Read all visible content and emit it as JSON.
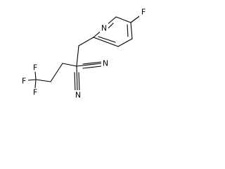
{
  "molecule": {
    "atoms": [
      {
        "id": "F_ring",
        "label": "F"
      },
      {
        "id": "N_ring",
        "label": "N"
      },
      {
        "id": "N_nitrile_upper",
        "label": "N"
      },
      {
        "id": "N_nitrile_lower",
        "label": "N"
      },
      {
        "id": "F_cf3_top",
        "label": "F"
      },
      {
        "id": "F_cf3_left",
        "label": "F"
      },
      {
        "id": "F_cf3_bottom",
        "label": "F"
      }
    ]
  },
  "colors": {
    "ink": "#000000",
    "background": "#ffffff"
  }
}
